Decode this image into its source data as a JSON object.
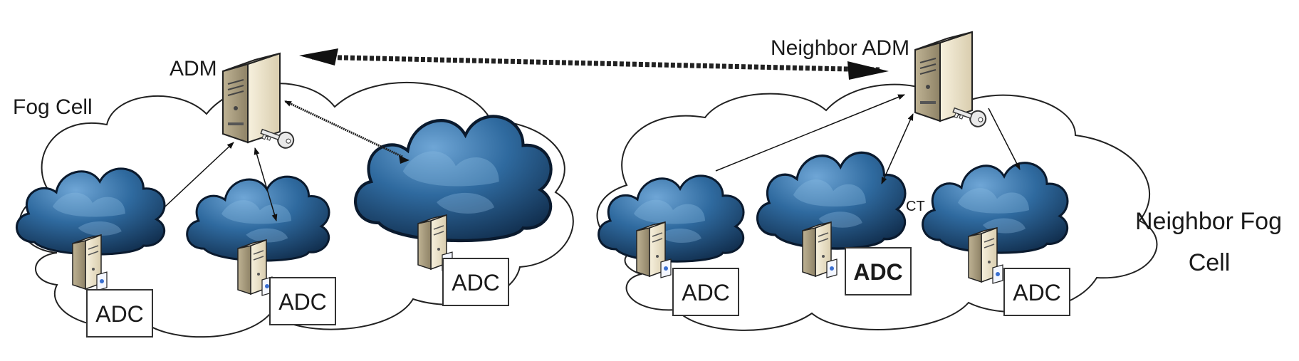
{
  "diagram": {
    "labels": {
      "fog_cell": "Fog Cell",
      "adm": "ADM",
      "neighbor_adm": "Neighbor ADM",
      "neighbor_fog_cell_line1": "Neighbor Fog",
      "neighbor_fog_cell_line2": "Cell",
      "stray_fragment": "CT"
    },
    "left_cell": {
      "adc_nodes": [
        {
          "label": "ADC"
        },
        {
          "label": "ADC"
        },
        {
          "label": "ADC"
        }
      ]
    },
    "right_cell": {
      "adc_nodes": [
        {
          "label": "ADC"
        },
        {
          "label": "ADC",
          "bold": true
        },
        {
          "label": "ADC"
        }
      ]
    },
    "icons": [
      "server-icon",
      "key-icon",
      "cloud-icon",
      "pc-icon"
    ],
    "colors": {
      "dark_cloud_light": "#6fa6d6",
      "dark_cloud_mid": "#2f6a9f",
      "dark_cloud_dark": "#0f2a48",
      "server_body": "#efe6cc",
      "outline": "#222222"
    }
  }
}
